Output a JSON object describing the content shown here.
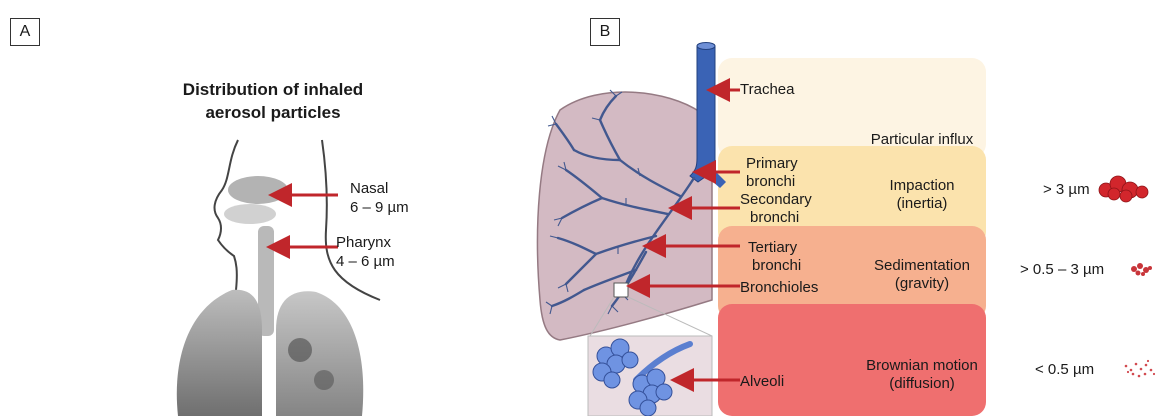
{
  "panel_a": {
    "label": "A",
    "title_line1": "Distribution of inhaled",
    "title_line2": "aerosol particles",
    "nasal_label": "Nasal",
    "nasal_size": "6 – 9 µm",
    "pharynx_label": "Pharynx",
    "pharynx_size": "4 – 6 µm"
  },
  "panel_b": {
    "label": "B",
    "airways": {
      "trachea": "Trachea",
      "primary_1": "Primary",
      "primary_2": "bronchi",
      "secondary_1": "Secondary",
      "secondary_2": "bronchi",
      "tertiary_1": "Tertiary",
      "tertiary_2": "bronchi",
      "bronchioles": "Bronchioles",
      "alveoli": "Alveoli"
    },
    "zones": {
      "z1": "Particular influx",
      "z2_line1": "Impaction",
      "z2_line2": "(inertia)",
      "z3_line1": "Sedimentation",
      "z3_line2": "(gravity)",
      "z4_line1": "Brownian motion",
      "z4_line2": "(diffusion)"
    },
    "sizes": {
      "s1": "> 3 µm",
      "s2": "> 0.5 – 3 µm",
      "s3": "< 0.5 µm"
    },
    "colors": {
      "zone1": "#fdf4e3",
      "zone2": "#fbe3ad",
      "zone3": "#f6b08f",
      "zone4": "#ef6f6f",
      "arrow": "#c0262b",
      "airway": "#3a63b5",
      "lung": "#cfb3bd"
    }
  }
}
